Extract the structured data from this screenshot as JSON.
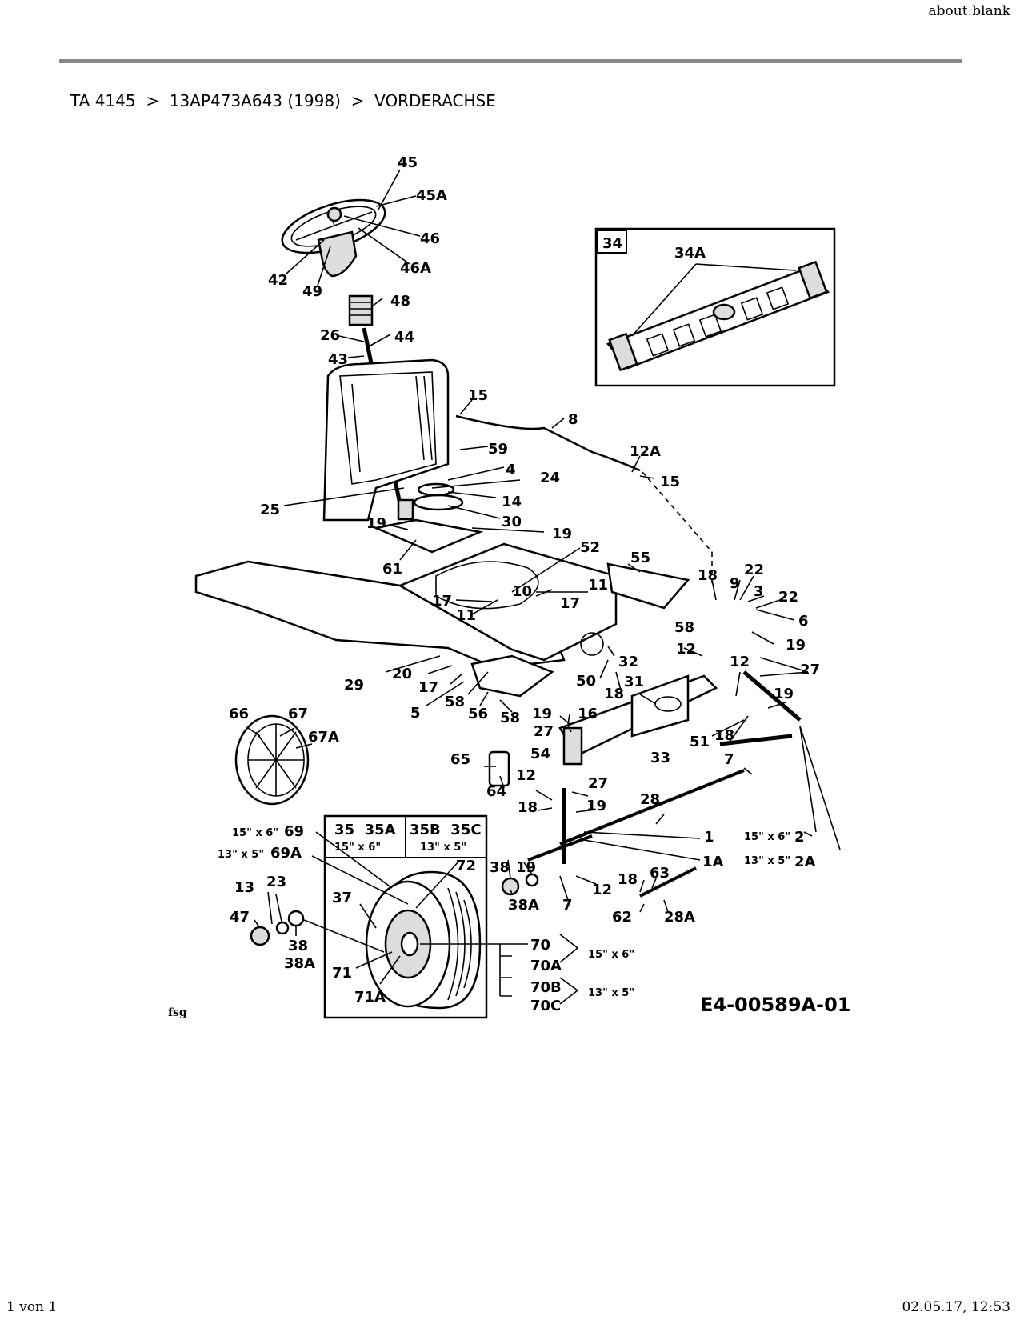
{
  "browser": {
    "url_text": "about:blank",
    "page_count": "1 von 1",
    "datetime": "02.05.17, 12:53"
  },
  "breadcrumb": {
    "model": "TA 4145",
    "separator": ">",
    "variant": "13AP473A643 (1998)",
    "section": "VORDERACHSE"
  },
  "diagram": {
    "drawing_code": "E4-00589A-01",
    "signature": "fsg",
    "sizes": {
      "large": "15\" x 6\"",
      "small": "13\" x 5\""
    },
    "inset_34": {
      "box": "34",
      "label": "34A"
    },
    "wheel_box": {
      "col1": "35  35A",
      "col2": "35B  35C"
    },
    "callouts": {
      "c45": "45",
      "c45A": "45A",
      "c46": "46",
      "c46A": "46A",
      "c42": "42",
      "c49": "49",
      "c48": "48",
      "c26": "26",
      "c44": "44",
      "c43": "43",
      "c15a": "15",
      "c8": "8",
      "c12A": "12A",
      "c15b": "15",
      "c59": "59",
      "c4": "4",
      "c24": "24",
      "c25": "25",
      "c14": "14",
      "c30": "30",
      "c19a": "19",
      "c19b": "19",
      "c61": "61",
      "c52": "52",
      "c55": "55",
      "c10": "10",
      "c11a": "11",
      "c17a": "17",
      "c17b": "17",
      "c11b": "11",
      "c18a": "18",
      "c9": "9",
      "c22a": "22",
      "c3": "3",
      "c22b": "22",
      "c6": "6",
      "c58a": "58",
      "c12a": "12",
      "c19c": "19",
      "c27a": "27",
      "c29": "29",
      "c20": "20",
      "c17c": "17",
      "c5": "5",
      "c58b": "58",
      "c56": "56",
      "c58c": "58",
      "c50": "50",
      "c32": "32",
      "c18b": "18",
      "c31": "31",
      "c12b": "12",
      "c19d": "19",
      "c66": "66",
      "c67": "67",
      "c67A": "67A",
      "c19e": "19",
      "c16": "16",
      "c27b": "27",
      "c54": "54",
      "c33": "33",
      "c51": "51",
      "c18c": "18",
      "c7a": "7",
      "c65": "65",
      "c64": "64",
      "c12c": "12",
      "c27c": "27",
      "c18d": "18",
      "c19f": "19",
      "c28": "28",
      "c1": "1",
      "c2": "2",
      "c1A": "1A",
      "c2A": "2A",
      "c69": "69",
      "c69A": "69A",
      "c72": "72",
      "c38a": "38",
      "c19g": "19",
      "c38Aa": "38A",
      "c7b": "7",
      "c12d": "12",
      "c18e": "18",
      "c63": "63",
      "c62": "62",
      "c28A": "28A",
      "c13": "13",
      "c23": "23",
      "c47": "47",
      "c38b": "38",
      "c38Ab": "38A",
      "c37": "37",
      "c71": "71",
      "c71A": "71A",
      "c70": "70",
      "c70A": "70A",
      "c70B": "70B",
      "c70C": "70C"
    }
  }
}
